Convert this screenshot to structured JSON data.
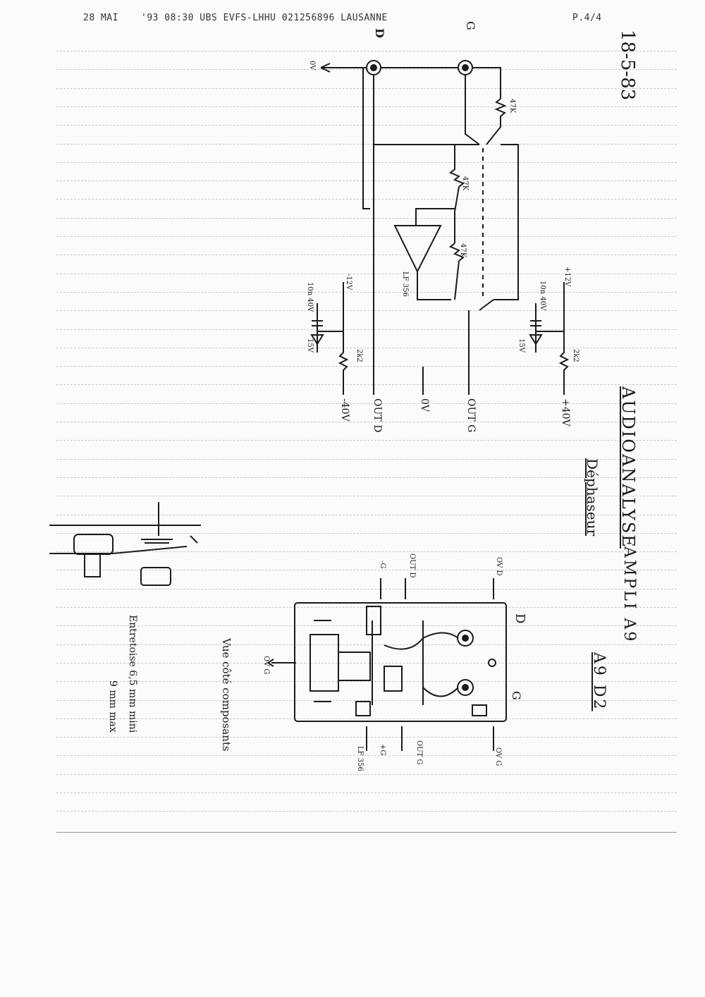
{
  "fax_header": {
    "date": "28 MAI",
    "line": "'93 08:30 UBS EVFS-LHHU 021256896 LAUSANNE",
    "page": "P.4/4"
  },
  "document": {
    "date_written": "18-5-83",
    "company": "AUDIOANALYSE",
    "product": "AMPLI A9",
    "sheet_ref": "A9 D2",
    "subtitle": "Déphaseur"
  },
  "schematic_labels": {
    "conn_d": "D",
    "conn_g": "G",
    "ground_in": "0V",
    "r1": "47K",
    "r2": "47K",
    "r3": "47K",
    "opamp": "LF 356",
    "plus_rail_in": "+12V",
    "minus_rail_in": "-12V",
    "cap_plus": "10n 40V",
    "cap_minus": "10n 40V",
    "zener_plus": "15V",
    "zener_minus": "15V",
    "res_plus": "2k2",
    "res_minus": "2k2",
    "out_plus40": "+40V",
    "out_g": "OUT G",
    "out_0v": "0V",
    "out_d": "OUT D",
    "out_minus40": "-40V"
  },
  "board_labels": {
    "in_d": "OV D",
    "out_d": "OUT D",
    "minus_g": "-G",
    "d": "D",
    "g": "G",
    "in_g": "OV G",
    "out_g": "OUT G",
    "plus_g": "+G",
    "ic": "LF 356",
    "ovg_side": "OV G",
    "view": "Vue côté composants"
  },
  "notes": {
    "line1": "Entretoise 6,5 mm mini",
    "line2": "9 mm max"
  }
}
